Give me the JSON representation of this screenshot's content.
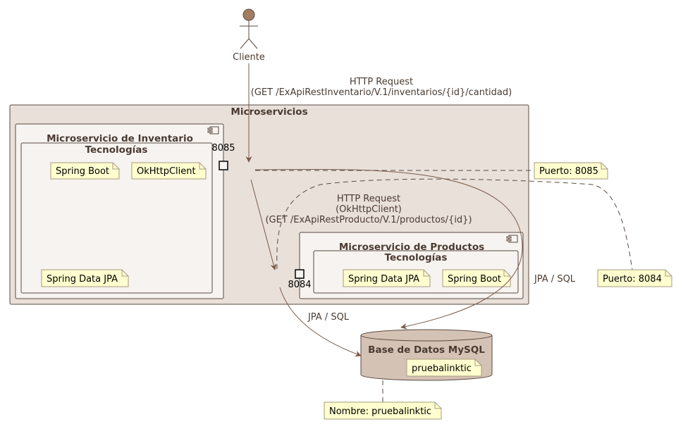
{
  "actor": {
    "label": "Cliente"
  },
  "edges": {
    "client_request": [
      "HTTP Request",
      "(GET /ExApiRestInventario/V.1/inventarios/{id}/cantidad)"
    ],
    "inventory_to_products": [
      "HTTP Request",
      "(OkHttpClient)",
      "(GET /ExApiRestProducto/V.1/productos/{id})"
    ],
    "products_db": "JPA / SQL",
    "inventory_db": "JPA / SQL"
  },
  "microservices": {
    "title": "Microservicios",
    "inventario": {
      "title": "Microservicio de Inventario",
      "tech_title": "Tecnologías",
      "port": "8085",
      "notes": [
        "Spring Boot",
        "OkHttpClient",
        "Spring Data JPA"
      ]
    },
    "productos": {
      "title": "Microservicio de Productos",
      "tech_title": "Tecnologías",
      "port": "8084",
      "notes": [
        "Spring Data JPA",
        "Spring Boot"
      ]
    }
  },
  "port_notes": {
    "inventario": "Puerto: 8085",
    "productos": "Puerto: 8084"
  },
  "database": {
    "title": "Base de Datos MySQL",
    "schema": "pruebalinktic",
    "note": "Nombre: pruebalinktic"
  },
  "colors": {
    "frame_fill": "#e9e0da",
    "component_fill": "#f7f3f0",
    "db_fill": "#d4c2b4",
    "note_fill": "#fefece",
    "line": "#5a4a40",
    "arrow": "#7a5a48",
    "actor_head": "#a47c62"
  }
}
